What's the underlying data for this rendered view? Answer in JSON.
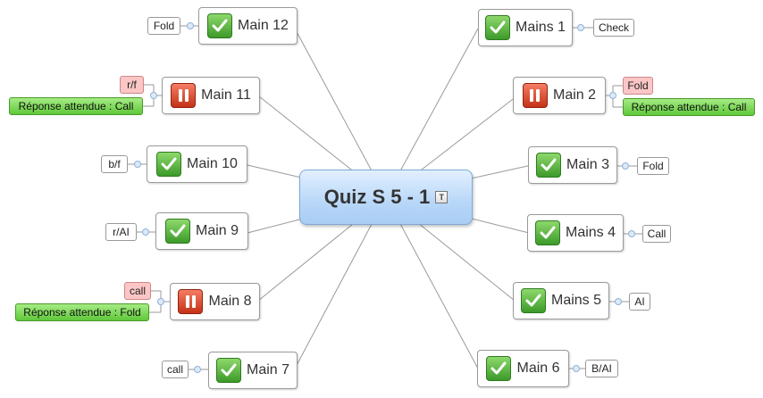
{
  "central": {
    "title": "Quiz S 5 - 1",
    "note_icon": "note-icon"
  },
  "topics": {
    "mains1": {
      "label": "Mains 1",
      "icon": "checkmark-icon"
    },
    "main2": {
      "label": "Main 2",
      "icon": "pause-icon"
    },
    "main3": {
      "label": "Main 3",
      "icon": "checkmark-icon"
    },
    "mains4": {
      "label": "Mains 4",
      "icon": "checkmark-icon"
    },
    "mains5": {
      "label": "Mains 5",
      "icon": "checkmark-icon"
    },
    "main6": {
      "label": "Main 6",
      "icon": "checkmark-icon"
    },
    "main7": {
      "label": "Main 7",
      "icon": "checkmark-icon"
    },
    "main8": {
      "label": "Main 8",
      "icon": "pause-icon"
    },
    "main9": {
      "label": "Main 9",
      "icon": "checkmark-icon"
    },
    "main10": {
      "label": "Main 10",
      "icon": "checkmark-icon"
    },
    "main11": {
      "label": "Main 11",
      "icon": "pause-icon"
    },
    "main12": {
      "label": "Main 12",
      "icon": "checkmark-icon"
    }
  },
  "tags": {
    "mains1": "Check",
    "main2_a": "Fold",
    "main2_b": "Réponse attendue : Call",
    "main3": "Fold",
    "mains4": "Call",
    "mains5": "AI",
    "main6": "B/AI",
    "main7": "call",
    "main8_a": "call",
    "main8_b": "Réponse attendue : Fold",
    "main9": "r/AI",
    "main10": "b/f",
    "main11_a": "r/f",
    "main11_b": "Réponse attendue : Call",
    "main12": "Fold"
  },
  "colors": {
    "central": "#b8d7f8",
    "check": "#3c9a2a",
    "pause": "#c43217",
    "expected": "#5fc83a",
    "wrong": "#fcc6c6"
  }
}
